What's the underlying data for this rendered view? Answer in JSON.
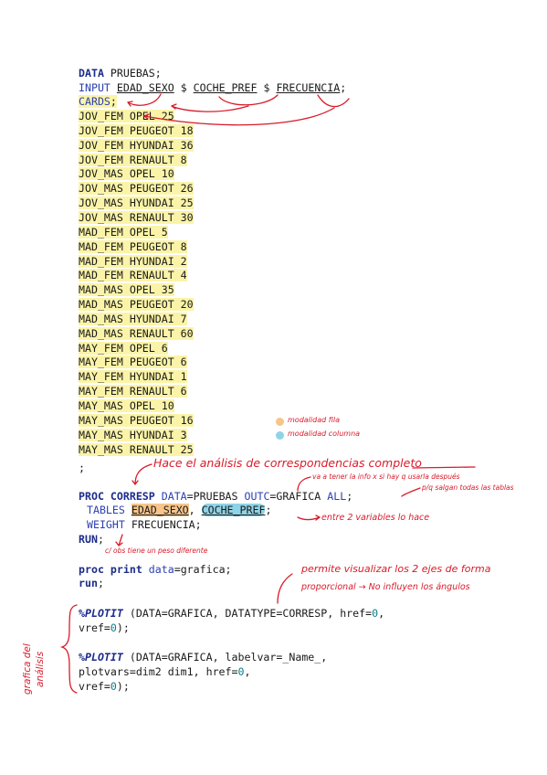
{
  "code": {
    "l1": {
      "kw": "DATA",
      "rest": " PRUEBAS;"
    },
    "l2": {
      "kw": "INPUT",
      "v1": "EDAD_SEXO",
      "d1": " $ ",
      "v2": "COCHE_PREF",
      "d2": " $ ",
      "v3": "FRECUENCIA",
      "end": ";"
    },
    "l3": {
      "kw": "CARDS",
      "end": ";"
    },
    "rows": [
      "JOV_FEM OPEL 25",
      "JOV_FEM PEUGEOT 18",
      "JOV_FEM HYUNDAI 36",
      "JOV_FEM RENAULT 8",
      "JOV_MAS OPEL 10",
      "JOV_MAS PEUGEOT 26",
      "JOV_MAS HYUNDAI 25",
      "JOV_MAS RENAULT 30",
      "MAD_FEM OPEL 5",
      "MAD_FEM PEUGEOT 8",
      "MAD_FEM HYUNDAI 2",
      "MAD_FEM RENAULT 4",
      "MAD_MAS OPEL 35",
      "MAD_MAS PEUGEOT 20",
      "MAD_MAS HYUNDAI 7",
      "MAD_MAS RENAULT 60",
      "MAY_FEM OPEL 6",
      "MAY_FEM PEUGEOT 6",
      "MAY_FEM HYUNDAI 1",
      "MAY_FEM RENAULT 6",
      "MAY_MAS OPEL 10",
      "MAY_MAS PEUGEOT 16",
      "MAY_MAS HYUNDAI 3",
      "MAY_MAS RENAULT 25"
    ],
    "semicolon": ";",
    "proc1": {
      "kw": "PROC CORRESP",
      "a": " DATA",
      "b": "=PRUEBAS ",
      "c": "OUTC",
      "d": "=GRAFICA ",
      "e": "ALL",
      "end": ";"
    },
    "tables": {
      "kw": " TABLES ",
      "v1": "EDAD_SEXO",
      "sep": ", ",
      "v2": "COCHE_PREF",
      "end": ";"
    },
    "weight": {
      "kw": " WEIGHT",
      "rest": " FRECUENCIA;"
    },
    "run1": {
      "kw": "RUN",
      "end": ";"
    },
    "proc2": {
      "kw": "proc print",
      "a": " data",
      "b": "=grafica;"
    },
    "run2": {
      "kw": "run",
      "end": ";"
    },
    "plot1a": {
      "macro": "%PLOTIT",
      "rest": " (DATA=GRAFICA, DATATYPE=CORRESP, href=",
      "n": "0",
      "end": ","
    },
    "plot1b": {
      "pre": "vref=",
      "n": "0",
      "end": ");"
    },
    "plot2a": {
      "macro": "%PLOTIT",
      "rest": " (DATA=GRAFICA, labelvar=_Name_,"
    },
    "plot2b": {
      "pre": "plotvars=dim2 dim1, href=",
      "n": "0",
      "end": ","
    },
    "plot2c": {
      "pre": "vref=",
      "n": "0",
      "end": ");"
    }
  },
  "notes": {
    "legend_fila": "modalidad fila",
    "legend_columna": "modalidad columna",
    "hace": "Hace el análisis de correspondencias completo",
    "outc": "va a tener la info x si hay q usarla después",
    "all": "p/q salgan todas las tablas",
    "entre": "entre 2 variables lo hace",
    "peso": "c/ obs tiene un peso diferente",
    "permite1": "permite visualizar los 2 ejes de forma",
    "permite2": "proporcional → No influyen los ángulos",
    "grafica1": "grafica del",
    "grafica2": "análisis"
  },
  "colors": {
    "row_highlight": "#fbf4a8",
    "fila": "#f7c58a",
    "columna": "#8fd3e6",
    "annotation": "#d81b2a"
  }
}
